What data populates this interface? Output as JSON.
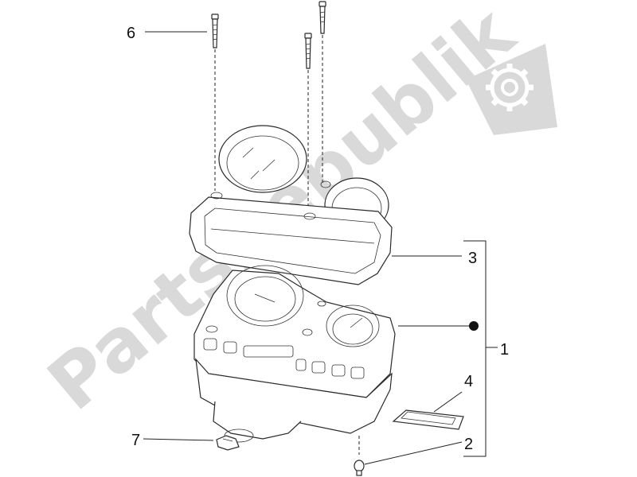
{
  "watermark": {
    "text": "PartsRepublik",
    "color": "#d9d9d9",
    "icon": "gear-icon"
  },
  "callouts": [
    {
      "id": "1",
      "label": "1"
    },
    {
      "id": "2",
      "label": "2"
    },
    {
      "id": "3",
      "label": "3"
    },
    {
      "id": "4",
      "label": "4"
    },
    {
      "id": "6",
      "label": "6"
    },
    {
      "id": "7",
      "label": "7"
    }
  ]
}
